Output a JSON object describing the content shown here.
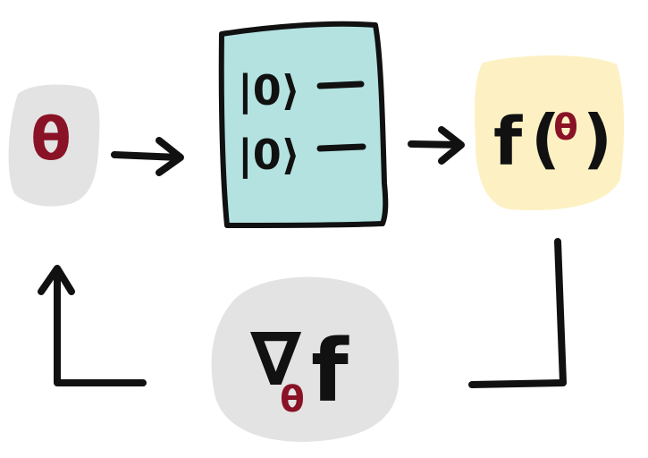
{
  "diagram": {
    "theta_symbol": "θ",
    "circuit": {
      "wires": [
        {
          "ket": "|0⟩"
        },
        {
          "ket": "|0⟩"
        }
      ]
    },
    "output": {
      "func": "f",
      "open_paren": "(",
      "arg": "θ",
      "close_paren": ")"
    },
    "gradient": {
      "nabla": "∇",
      "subscript": "θ",
      "func": "f"
    },
    "colors": {
      "theta": "#8a1226",
      "circuit_fill": "#b3e2e1",
      "output_fill": "#fdf1c4",
      "param_fill": "#e3e3e3",
      "ink": "#111111"
    }
  }
}
